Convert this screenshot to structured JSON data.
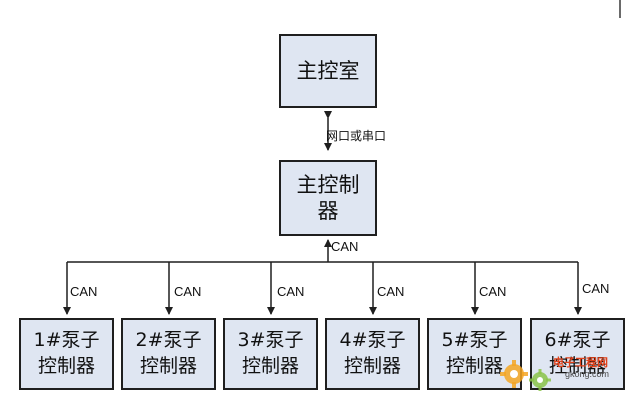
{
  "nodes": {
    "control_room": "主控室",
    "main_controller": "主控制器",
    "pumps": [
      "1#泵子控制器",
      "2#泵子控制器",
      "3#泵子控制器",
      "4#泵子控制器",
      "5#泵子控制器",
      "6#泵子控制器"
    ],
    "pump_labels": [
      [
        "1#泵子",
        "控制器"
      ],
      [
        "2#泵子",
        "控制器"
      ],
      [
        "3#泵子",
        "控制器"
      ],
      [
        "4#泵子",
        "控制器"
      ],
      [
        "5#泵子",
        "控制器"
      ],
      [
        "6#泵子",
        "控制器"
      ]
    ]
  },
  "links": {
    "room_to_controller": "网口或串口",
    "bus": "CAN",
    "branch": "CAN"
  },
  "watermark": {
    "text": "电子工程网",
    "url": "gkong.com"
  },
  "colors": {
    "box_fill": "#dfe6f2",
    "line": "#1f1f1f",
    "watermark": "#e0421b"
  }
}
